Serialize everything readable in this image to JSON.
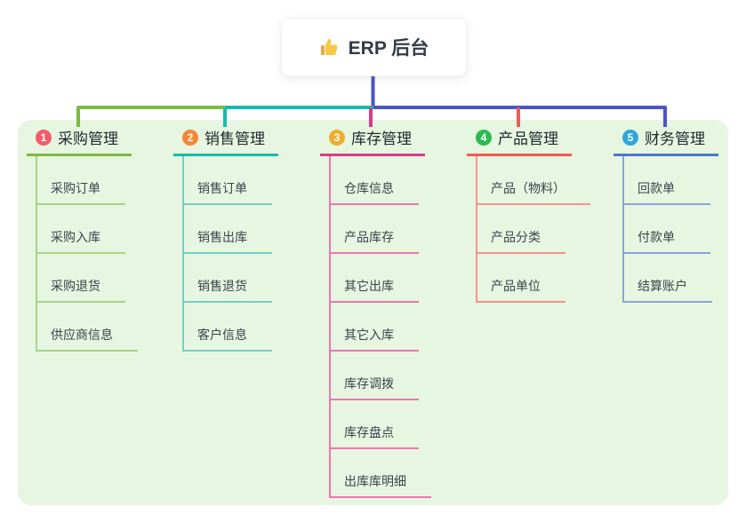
{
  "root": {
    "icon": "thumbs-up-icon",
    "label": "ERP 后台"
  },
  "panel_color": "#E7F6E0",
  "trunk_color": "#4A56C6",
  "branches": [
    {
      "badge": "1",
      "badge_color": "#F25C6B",
      "line_color": "#7CBA41",
      "child_line_color": "#A9D387",
      "label": "采购管理",
      "children": [
        "采购订单",
        "采购入库",
        "采购退货",
        "供应商信息"
      ]
    },
    {
      "badge": "2",
      "badge_color": "#F58638",
      "line_color": "#14BCAD",
      "child_line_color": "#72CFC5",
      "label": "销售管理",
      "children": [
        "销售订单",
        "销售出库",
        "销售退货",
        "客户信息"
      ]
    },
    {
      "badge": "3",
      "badge_color": "#EFAC2F",
      "line_color": "#DA3A8C",
      "child_line_color": "#EC77B1",
      "label": "库存管理",
      "children": [
        "仓库信息",
        "产品库存",
        "其它出库",
        "其它入库",
        "库存调拨",
        "库存盘点",
        "出库库明细"
      ]
    },
    {
      "badge": "4",
      "badge_color": "#2EBB4E",
      "line_color": "#F25B52",
      "child_line_color": "#F5938C",
      "label": "产品管理",
      "children": [
        "产品（物料）",
        "产品分类",
        "产品单位"
      ]
    },
    {
      "badge": "5",
      "badge_color": "#2FA7DC",
      "line_color": "#4A77D2",
      "child_line_color": "#8AA4DC",
      "label": "财务管理",
      "children": [
        "回款单",
        "付款单",
        "结算账户"
      ]
    }
  ]
}
